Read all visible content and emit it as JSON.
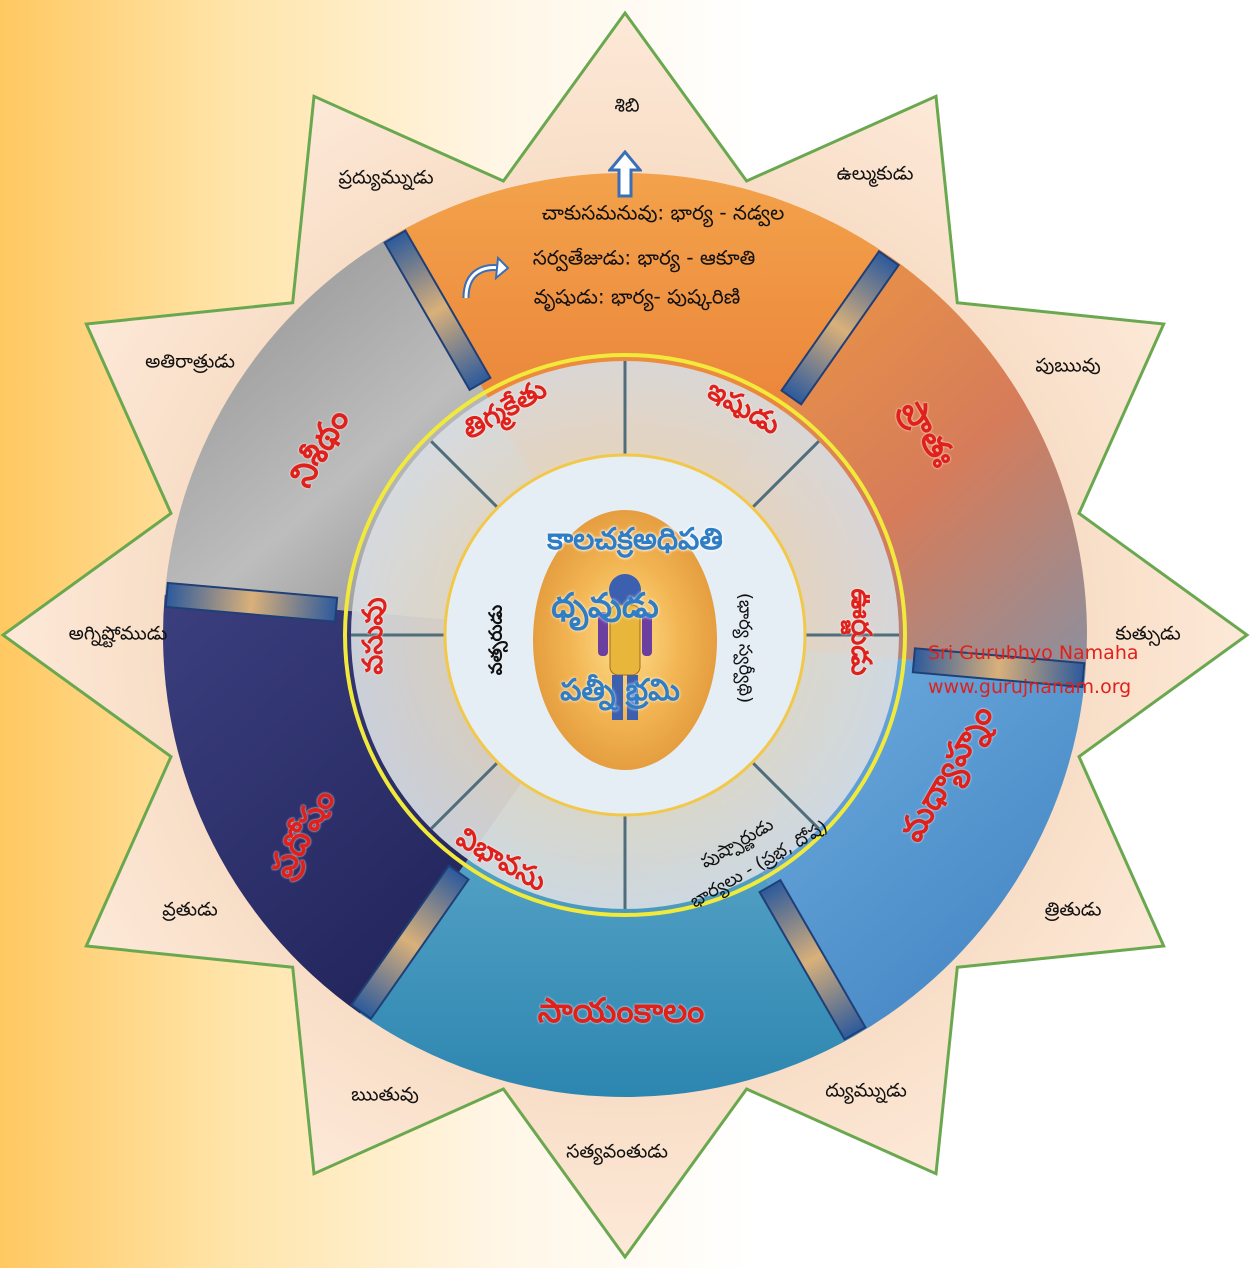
{
  "star_points": {
    "top": "శిబి",
    "upper_right": "ఉల్ముకుడు",
    "right_upper": "పుఋవు",
    "right": "కుత్సుడు",
    "right_lower": "త్రితుడు",
    "lower_right": "ద్యుమ్నుడు",
    "bottom": "సత్యవంతుడు",
    "lower_left": "ఋతువు",
    "left_lower": "వ్రతుడు",
    "left": "అగ్నిష్టోముడు",
    "left_upper": "అతిరాత్రుడు",
    "upper_left": "ప్రద్యుమ్నుడు"
  },
  "manus": [
    "చాకుసమనువు: భార్య - నడ్వల",
    "సర్వతేజుడు: భార్య - ఆకూతి",
    "వృషుడు: భార్య- పుష్కరిణి"
  ],
  "seasons": {
    "top_right": "ప్రాతః",
    "right": "మధ్యాహ్నం",
    "bottom": "సాయంకాలం",
    "left": "ప్రదోషం",
    "top_left": "నిశీథం"
  },
  "months": {
    "upper_right": "ఇషుడు",
    "upper_left": "తిగ్మకేతు",
    "right": "ఊర్జుడు",
    "left": "వసువు",
    "lower_left": "విభావసు"
  },
  "lower_right_wives": {
    "name": "పుష్పార్ణుడు",
    "wives": "భార్యలు - (ప్రభ, దోష)"
  },
  "center": {
    "title": "కాలచక్రఅధిపతి",
    "name": "ధృవుడు",
    "wife": "పత్నీ భ్రమి",
    "right_note": "(భార్య స్వర్వీథి)",
    "left_note": "వత్సరుడు"
  },
  "watermark": {
    "line1": "Sri Gurubhyo Namaha",
    "line2": "www.gurujnanam.org"
  },
  "colors": {
    "star_fill": "#fbe6d4",
    "star_stroke": "#6aa84f",
    "red_text": "#e0201b",
    "blue_text": "#2f7dc4",
    "inner_ring": "#f2ea3a"
  }
}
